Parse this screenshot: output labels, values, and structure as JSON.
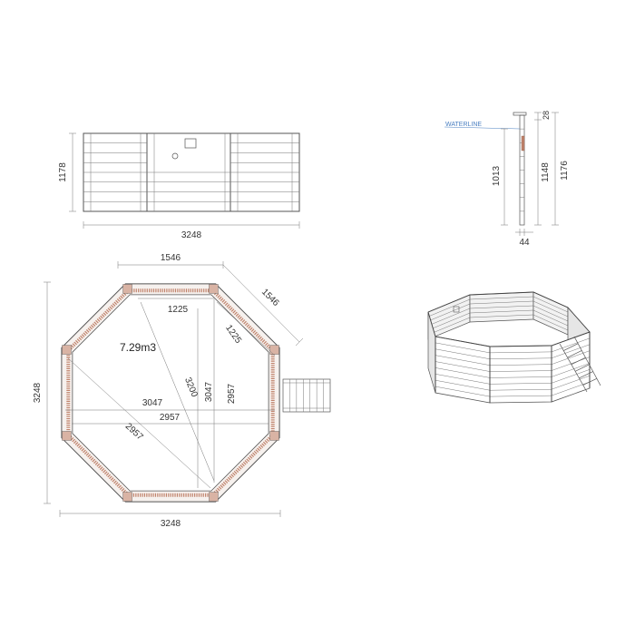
{
  "colors": {
    "line": "#555555",
    "liner": "#c0826b",
    "waterline": "#4a7fc1",
    "wood": "#8a8a8a"
  },
  "elevation": {
    "width_label": "3248",
    "height_label": "1178"
  },
  "section": {
    "waterline_label": "WATERLINE",
    "top_label": "28",
    "water_depth_label": "1013",
    "inner_height_label": "1148",
    "total_height_label": "1176",
    "thickness_label": "44"
  },
  "plan": {
    "side_top_label": "1546",
    "side_diag_label": "1546",
    "inner_side_label": "1225",
    "inner_diag_side_label": "1225",
    "volume_label": "7.29m3",
    "diagonal_label": "3200",
    "vertical_inner_label": "3047",
    "vertical_outer_label": "2957",
    "horizontal_inner_label": "3047",
    "horizontal_outer_label": "2957",
    "diag_lower_label": "2957",
    "width_label": "3248",
    "height_label": "3248"
  }
}
